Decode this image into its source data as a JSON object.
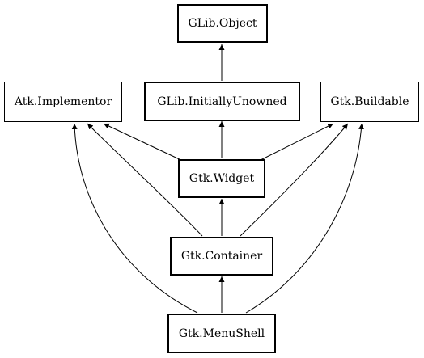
{
  "nodes": {
    "glib_object": "GLib.Object",
    "glib_initially_unowned": "GLib.InitiallyUnowned",
    "atk_implementor": "Atk.Implementor",
    "gtk_buildable": "Gtk.Buildable",
    "gtk_widget": "Gtk.Widget",
    "gtk_container": "Gtk.Container",
    "gtk_menushell": "Gtk.MenuShell"
  },
  "edges": [
    {
      "from": "gtk_menushell",
      "to": "gtk_container"
    },
    {
      "from": "gtk_menushell",
      "to": "atk_implementor"
    },
    {
      "from": "gtk_menushell",
      "to": "gtk_buildable"
    },
    {
      "from": "gtk_container",
      "to": "gtk_widget"
    },
    {
      "from": "gtk_container",
      "to": "atk_implementor"
    },
    {
      "from": "gtk_container",
      "to": "gtk_buildable"
    },
    {
      "from": "gtk_widget",
      "to": "glib_initially_unowned"
    },
    {
      "from": "gtk_widget",
      "to": "atk_implementor"
    },
    {
      "from": "gtk_widget",
      "to": "gtk_buildable"
    },
    {
      "from": "glib_initially_unowned",
      "to": "glib_object"
    }
  ],
  "colors": {
    "line": "#000000",
    "background": "#ffffff"
  }
}
